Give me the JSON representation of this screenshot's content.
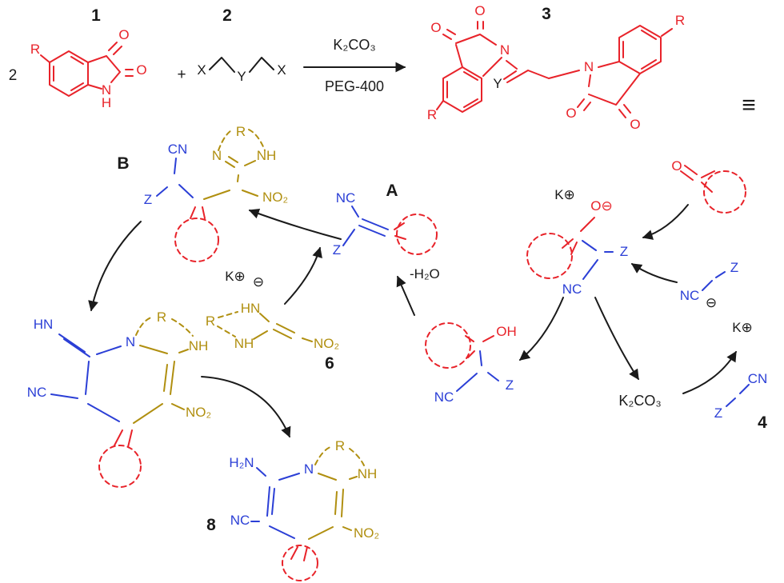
{
  "colors": {
    "red": "#e8232a",
    "blue": "#2b3fd6",
    "olive": "#b08f10",
    "black": "#1a1a1a",
    "background": "#ffffff"
  },
  "scheme": {
    "coefficient": "2",
    "plus": "+",
    "arrow_top": "K₂CO₃",
    "arrow_bottom": "PEG-400",
    "equivalence": "≡"
  },
  "compound_numbers": {
    "c1": "1",
    "c2": "2",
    "c3": "3",
    "c4": "4",
    "c6": "6",
    "c8": "8",
    "iA": "A",
    "iB": "B"
  },
  "atoms": {
    "O": "O",
    "N": "N",
    "H": "H",
    "R": "R",
    "X": "X",
    "Y": "Y",
    "Z": "Z",
    "NC": "NC",
    "CN": "CN",
    "NO2": "NO₂",
    "OH": "OH",
    "HN": "HN",
    "NH": "NH",
    "H2N": "H₂N",
    "K_plus": "K⊕",
    "O_minus": "O⊖",
    "minus": "⊖"
  },
  "mechanism": {
    "base": "K₂CO₃",
    "minus_water": "-H₂O"
  }
}
